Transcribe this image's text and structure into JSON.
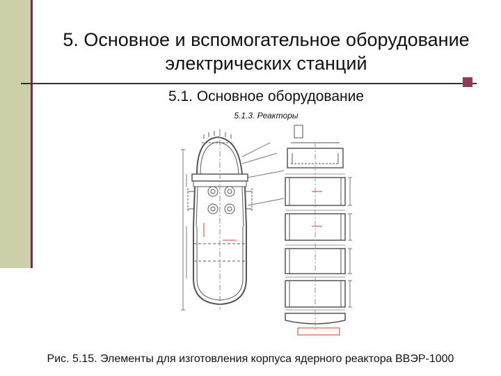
{
  "slide": {
    "title_line1": "5. Основное и вспомогательное оборудование",
    "title_line2": "электрических станций",
    "subtitle": "5.1. Основное оборудование",
    "subsection": "5.1.3. Реакторы",
    "caption": "Рис. 5.15. Элементы для изготовления корпуса ядерного реактора ВВЭР-1000"
  },
  "colors": {
    "sidebar": "#cdcfa9",
    "sidebar_edge": "#7a2a46",
    "accent_square": "#8c3a58",
    "drawing_annotation": "#d83a2a"
  },
  "drawing": {
    "description_icon": "reactor-vessel-drawing"
  }
}
